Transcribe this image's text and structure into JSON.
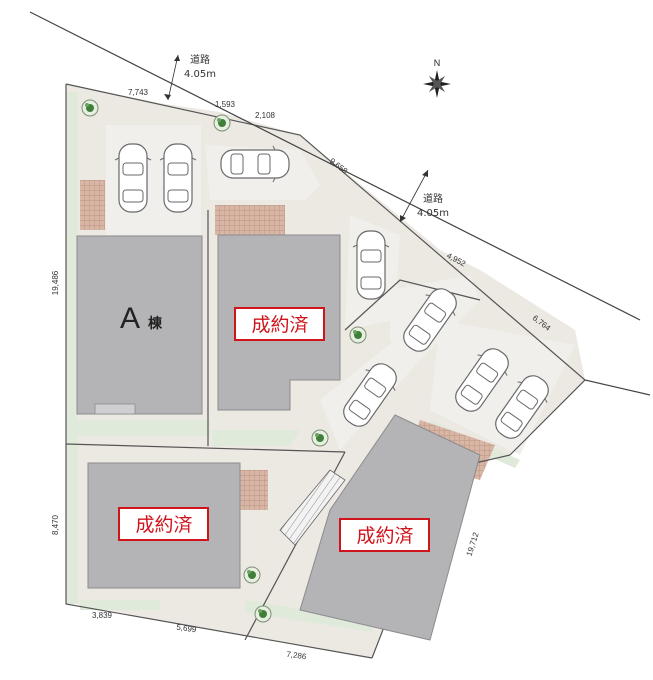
{
  "roads": [
    {
      "name": "道路",
      "width": "4.05m"
    },
    {
      "name": "道路",
      "width": "4.05m"
    }
  ],
  "compass": {
    "label": "N"
  },
  "buildings": {
    "a": {
      "label": "A",
      "suffix": "棟"
    },
    "b": {
      "status": "成約済"
    },
    "c": {
      "status": "成約済"
    },
    "d": {
      "status": "成約済"
    }
  },
  "dimensions": {
    "d7743": "7,743",
    "d1593": "1,593",
    "d2108": "2,108",
    "d9658": "9,658",
    "d4952": "4,952",
    "d6764": "6,764",
    "d19486": "19,486",
    "d8470": "8,470",
    "d3839": "3,839",
    "d5699": "5,699",
    "d7286": "7,286",
    "d19712": "19,712"
  },
  "colors": {
    "building": "#b4b4b6",
    "paving": "#e7e2dc",
    "lawn": "#dfeadb",
    "tile": "#c9a08e",
    "sold_text": "#d0141c",
    "sold_border": "#d0141c",
    "boundary": "#555555"
  }
}
